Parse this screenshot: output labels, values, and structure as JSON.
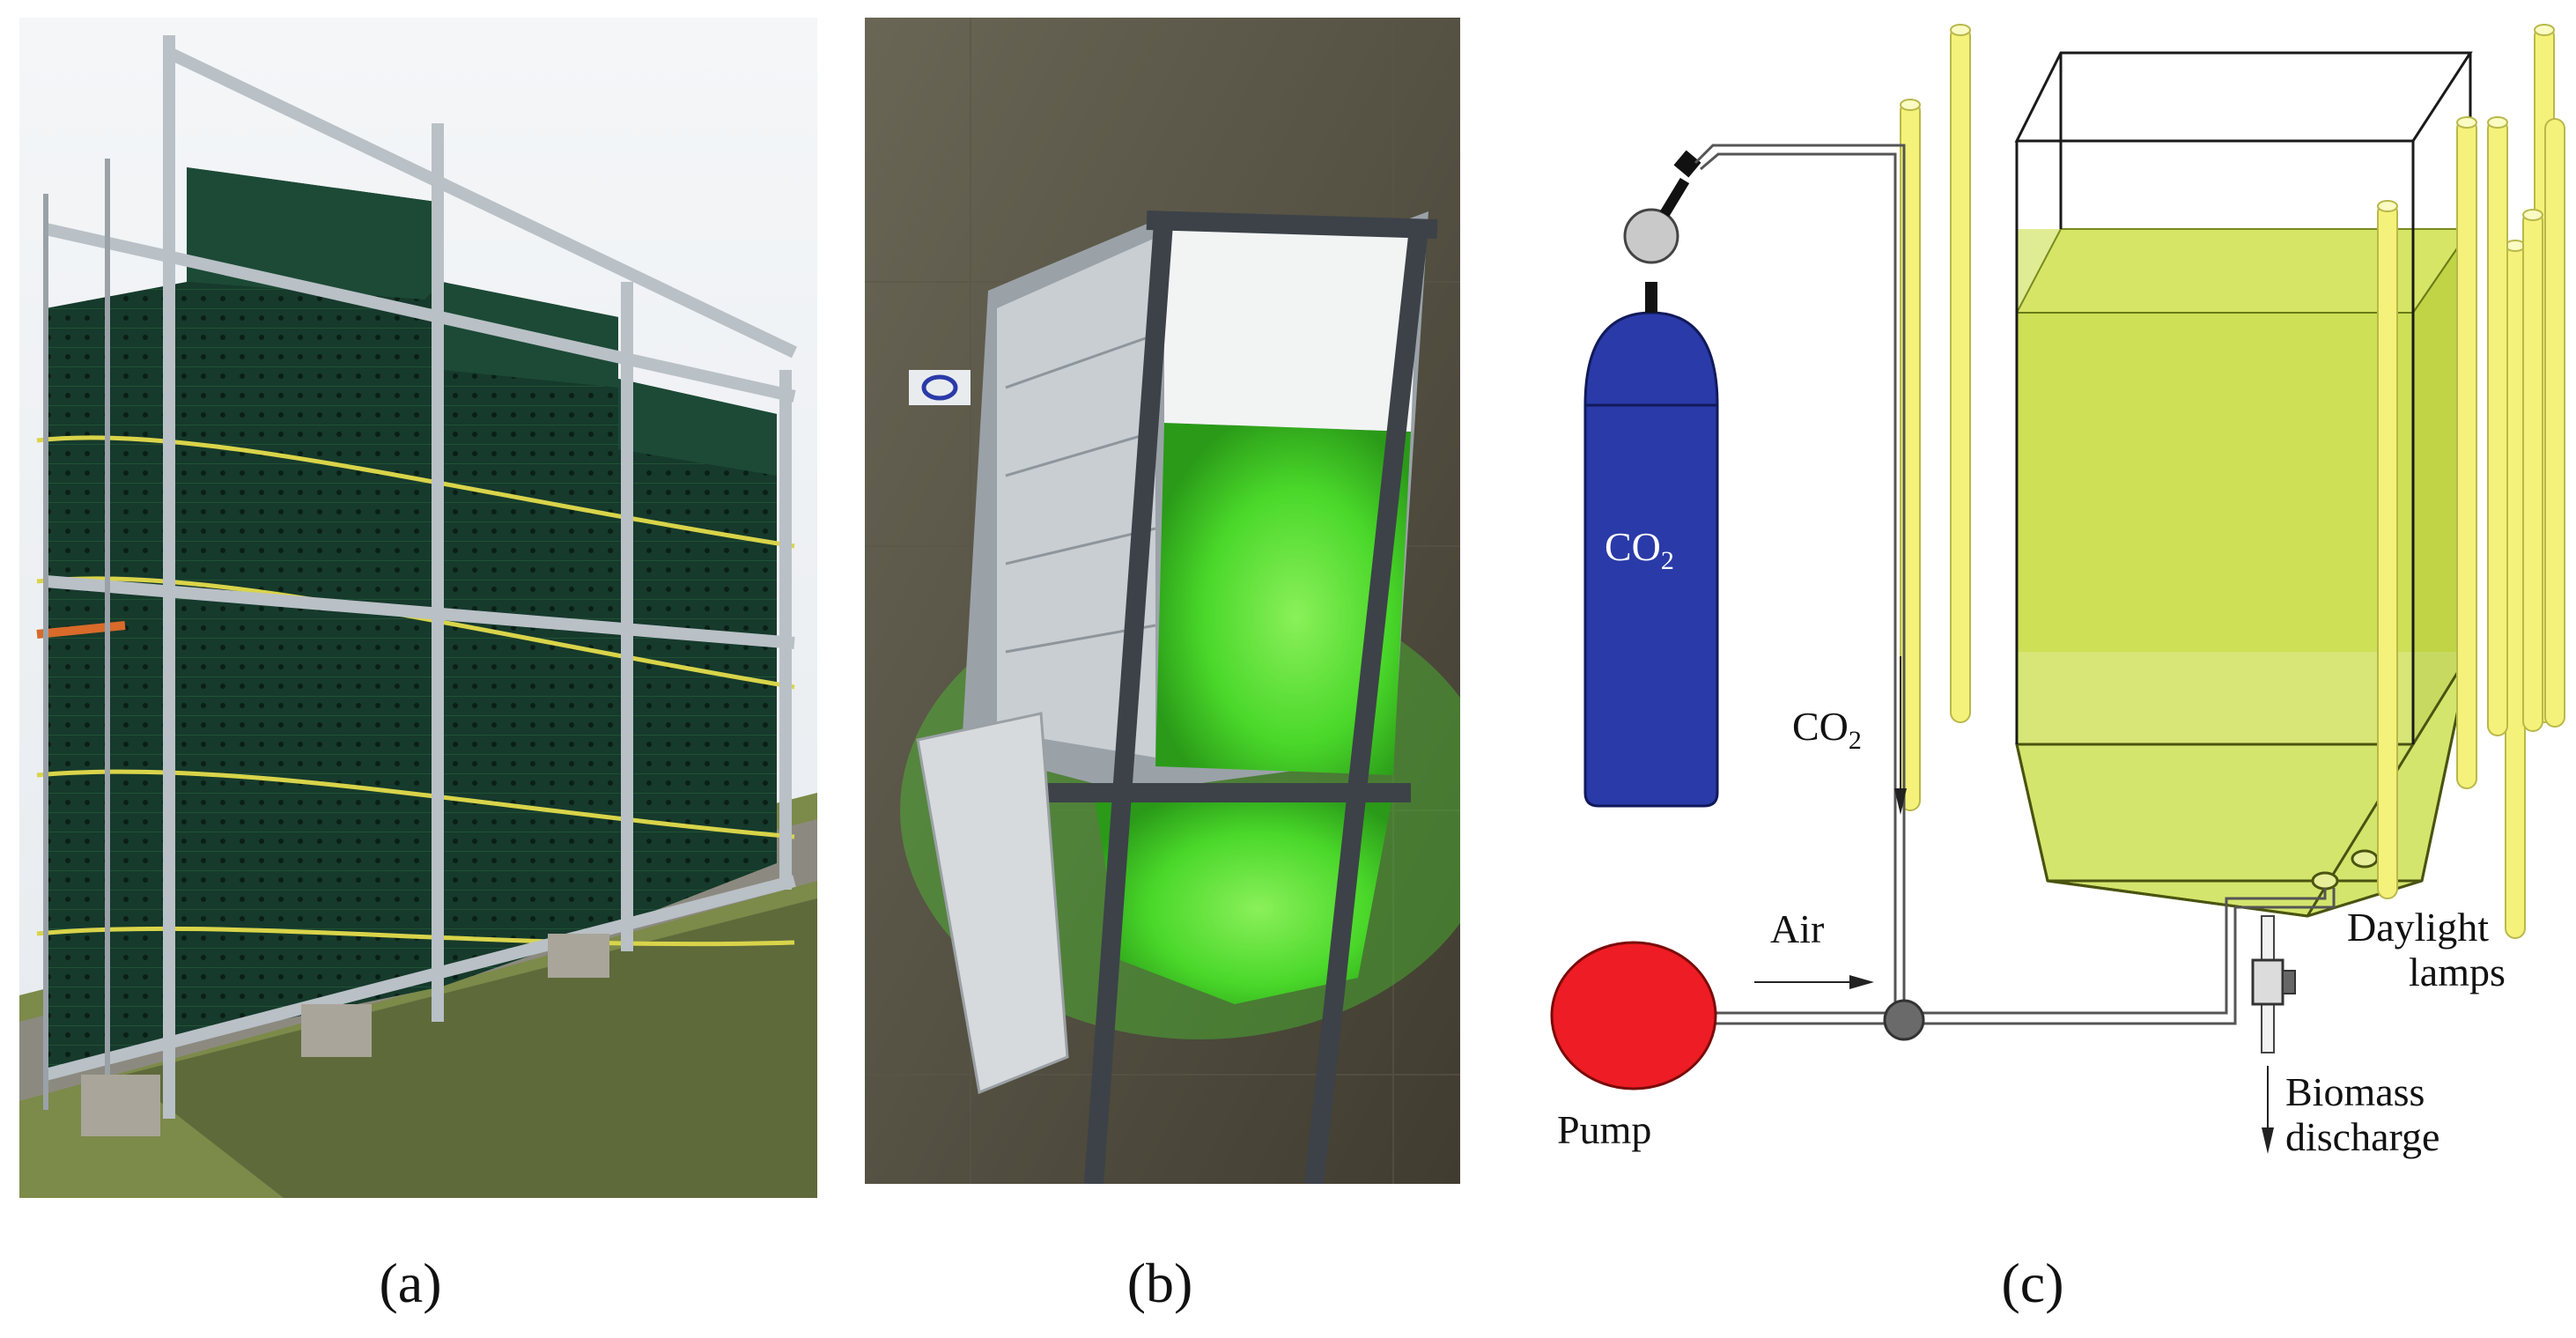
{
  "captions": {
    "a": "(a)",
    "b": "(b)",
    "c": "(c)"
  },
  "diagram": {
    "tank_label": "CO",
    "tank_label_sub": "2",
    "co2_line_label": "CO",
    "co2_line_label_sub": "2",
    "air_label": "Air",
    "pump_label": "Pump",
    "lamps_label_line1": "Daylight",
    "lamps_label_line2": "lamps",
    "discharge_label_line1": "Biomass",
    "discharge_label_line2": "discharge"
  },
  "colors": {
    "co2_tank": "#2a3aa8",
    "pump": "#ee1c24",
    "culture_green": "#c6dc3c",
    "lamp_yellow": "#f4f27a",
    "photo_green_glow": "#5af03a"
  }
}
